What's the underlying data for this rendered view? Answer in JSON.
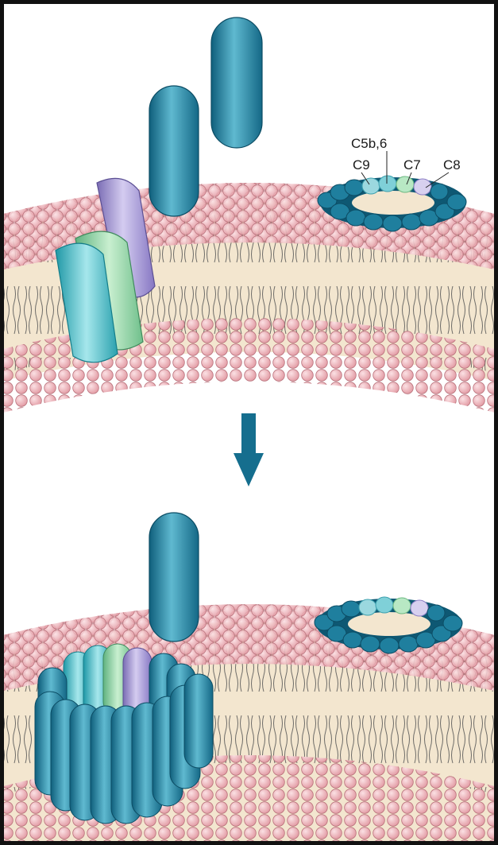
{
  "labels": {
    "c5b6": "C5b,6",
    "c9": "C9",
    "c7": "C7",
    "c8": "C8"
  },
  "colors": {
    "border": "#111111",
    "lipid_head": "#e8a1a8",
    "lipid_head_stroke": "#b8707a",
    "membrane_core": "#f3e6cf",
    "tail": "#444444",
    "c9_teal": "#1f7f9e",
    "c9_light": "#58b6cc",
    "c5b6_cyan": "#5ec7cf",
    "c7_green": "#9bd7a8",
    "c8_lavender": "#a99bd6",
    "arrow": "#156e8e"
  },
  "icons": {
    "arrow": "arrow-down-icon"
  }
}
